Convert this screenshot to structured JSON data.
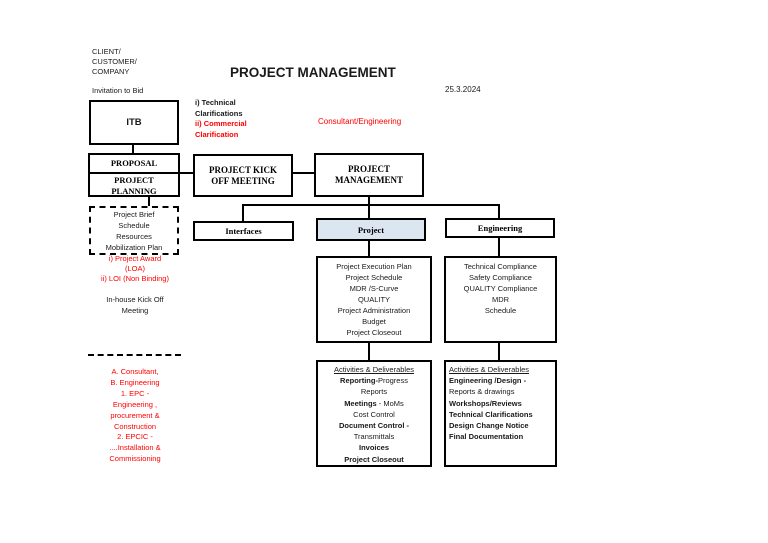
{
  "colors": {
    "red": "#ff0000",
    "black": "#000000",
    "project_fill": "#dce6f1"
  },
  "title": "PROJECT MANAGEMENT",
  "date": "25.3.2024",
  "client": {
    "lines": [
      "CLIENT/",
      "CUSTOMER/",
      "COMPANY"
    ]
  },
  "invitation_label": "Invitation to Bid",
  "itb_box": {
    "label": "ITB"
  },
  "clarifications_note": {
    "black_lines": [
      "i) Technical",
      "Clarifications"
    ],
    "red_lines": [
      "ii) Commercial",
      "Clarification"
    ]
  },
  "consultant_note": "Consultant/Engineering",
  "proposal_box": {
    "top": "PROPOSAL",
    "bottom_lines": [
      "PROJECT",
      "PLANNING"
    ]
  },
  "kickoff_box": {
    "lines": [
      "PROJECT KICK",
      "OFF MEETING"
    ]
  },
  "pm_box": {
    "lines": [
      "PROJECT",
      "MANAGEMENT"
    ]
  },
  "brief_box": {
    "lines": [
      "Project Brief",
      "Schedule",
      "Resources",
      "Mobilization Plan"
    ]
  },
  "award_note": {
    "lines": [
      "i) Project Award",
      "(LOA)",
      "ii) LOI (Non Binding)"
    ]
  },
  "inhouse_note": {
    "lines": [
      "In-house Kick Off",
      "Meeting"
    ]
  },
  "branch_headers": {
    "interfaces": "Interfaces",
    "project": "Project",
    "engineering": "Engineering"
  },
  "project_scope_box": {
    "lines": [
      "Project Execution Plan",
      "Project Schedule",
      "MDR /S-Curve",
      "QUALITY",
      "Project Administration",
      "Budget",
      "Project Closeout"
    ]
  },
  "engineering_scope_box": {
    "lines": [
      "Technical Compliance",
      "Safety Compliance",
      "QUALITY  Compliance",
      "MDR",
      "Schedule"
    ]
  },
  "project_activities_box": {
    "header": "Activities & Deliverables",
    "lines": [
      {
        "b": "Reporting-",
        "r": "Progress"
      },
      {
        "b": "",
        "r": "Reports"
      },
      {
        "b": "Meetings",
        "r": " - MoMs"
      },
      {
        "b": "",
        "r": "Cost Control"
      },
      {
        "b": "Document Control -",
        "r": ""
      },
      {
        "b": "",
        "r": "Transmittals"
      },
      {
        "b": "Invoices",
        "r": ""
      },
      {
        "b": "Project Closeout",
        "r": ""
      }
    ]
  },
  "engineering_activities_box": {
    "header": "Activities & Deliverables",
    "lines": [
      {
        "b": "Engineering /Design -",
        "r": ""
      },
      {
        "b": "",
        "r": "Reports & drawings"
      },
      {
        "b": "Workshops/Reviews",
        "r": ""
      },
      {
        "b": "Technical Clarifications",
        "r": ""
      },
      {
        "b": "Design Change Notice",
        "r": ""
      },
      {
        "b": "Final Documentation",
        "r": ""
      }
    ]
  },
  "legend_note": {
    "lines": [
      "A. Consultant,",
      "B. Engineering",
      "1. EPC -",
      "Engineering ,",
      "procurement &",
      "Construction",
      "2. EPCIC -",
      "....Installation &",
      "Commissioning"
    ]
  }
}
